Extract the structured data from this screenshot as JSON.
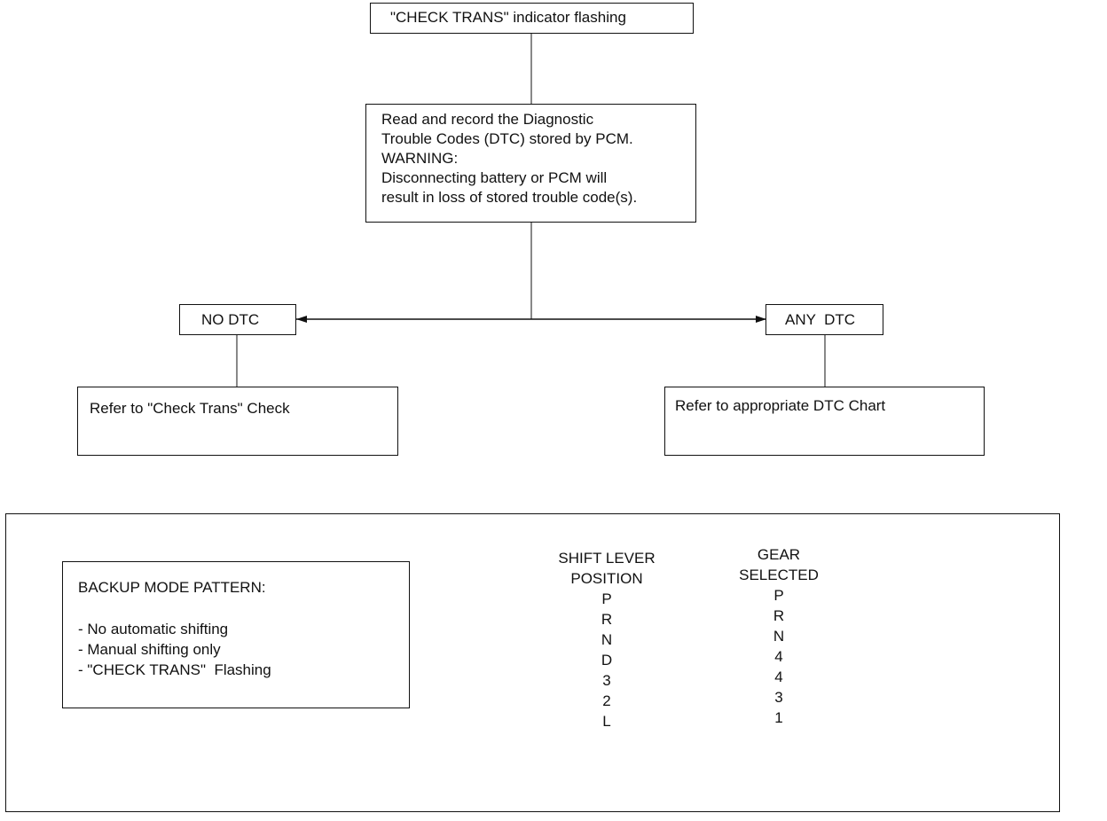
{
  "flow": {
    "start": "\"CHECK TRANS\" indicator flashing",
    "read_record": [
      "Read and record the Diagnostic",
      "Trouble Codes (DTC) stored by PCM.",
      "WARNING:",
      "Disconnecting battery or PCM will",
      "result in loss of stored trouble code(s)."
    ],
    "no_dtc": "NO DTC",
    "any_dtc": "ANY  DTC",
    "refer_check_trans": "Refer to \"Check Trans\" Check",
    "refer_dtc_chart": "Refer to appropriate DTC Chart"
  },
  "backup": {
    "title": "BACKUP MODE PATTERN:",
    "items": [
      "- No automatic shifting",
      "- Manual shifting only",
      "- \"CHECK TRANS\"  Flashing"
    ]
  },
  "shift_table": {
    "col1_header": [
      "SHIFT LEVER",
      "POSITION"
    ],
    "col2_header": [
      "GEAR",
      "SELECTED"
    ],
    "rows": [
      {
        "lever": "P",
        "gear": "P"
      },
      {
        "lever": "R",
        "gear": "R"
      },
      {
        "lever": "N",
        "gear": "N"
      },
      {
        "lever": "D",
        "gear": "4"
      },
      {
        "lever": "3",
        "gear": "4"
      },
      {
        "lever": "2",
        "gear": "3"
      },
      {
        "lever": "L",
        "gear": "1"
      }
    ]
  }
}
